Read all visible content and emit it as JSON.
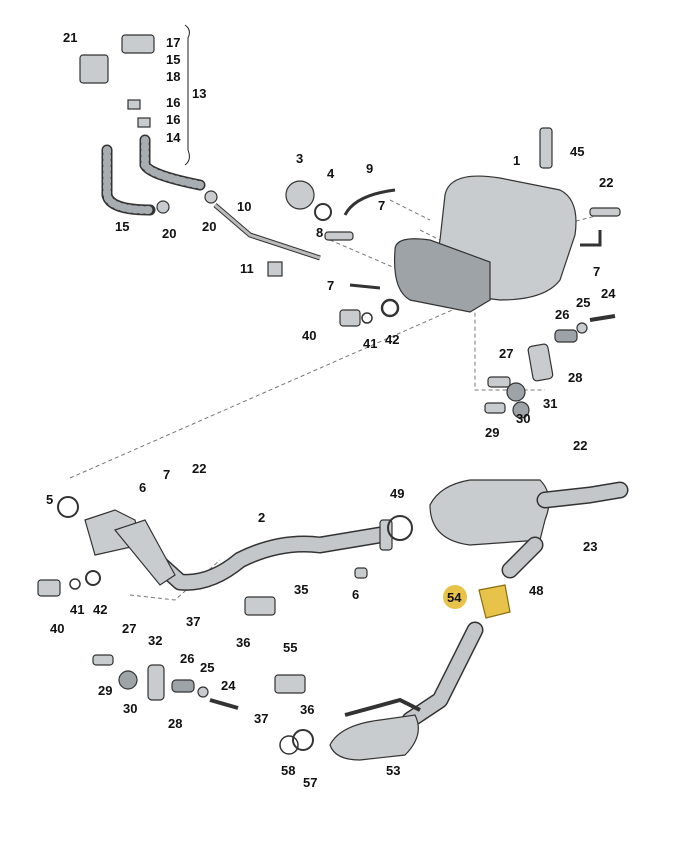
{
  "diagram": {
    "title": "Exhaust system parts diagram",
    "highlight_color": "#e8c34a",
    "highlighted_part": "54",
    "labels": [
      "21",
      "17",
      "15",
      "18",
      "13",
      "16",
      "16",
      "14",
      "15",
      "20",
      "20",
      "10",
      "11",
      "3",
      "4",
      "9",
      "7",
      "8",
      "1",
      "45",
      "22",
      "7",
      "7",
      "40",
      "41",
      "42",
      "26",
      "25",
      "24",
      "27",
      "28",
      "31",
      "29",
      "30",
      "5",
      "6",
      "7",
      "22",
      "2",
      "49",
      "22",
      "23",
      "48",
      "54",
      "6",
      "35",
      "37",
      "36",
      "40",
      "41",
      "42",
      "27",
      "32",
      "26",
      "25",
      "24",
      "29",
      "30",
      "28",
      "55",
      "37",
      "36",
      "58",
      "57",
      "53"
    ]
  }
}
